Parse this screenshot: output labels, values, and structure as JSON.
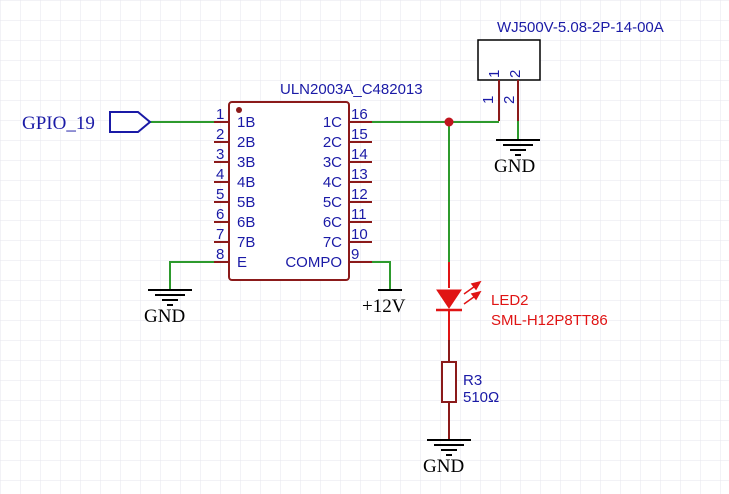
{
  "colors": {
    "wire": "#2d9a2d",
    "wire_red": "#e01414",
    "component": "#8b1a1a",
    "pin_text": "#1a1aa6",
    "led_text": "#e01414",
    "grid": "#e6e6ee"
  },
  "connector": {
    "part": "WJ500V-5.08-2P-14-00A",
    "pin1_number": "1",
    "pin2_number": "2",
    "pin1_name": "1",
    "pin2_name": "2"
  },
  "ic": {
    "part": "ULN2003A_C482013",
    "left_pins": [
      {
        "num": "1",
        "name": "1B"
      },
      {
        "num": "2",
        "name": "2B"
      },
      {
        "num": "3",
        "name": "3B"
      },
      {
        "num": "4",
        "name": "4B"
      },
      {
        "num": "5",
        "name": "5B"
      },
      {
        "num": "6",
        "name": "6B"
      },
      {
        "num": "7",
        "name": "7B"
      },
      {
        "num": "8",
        "name": "E"
      }
    ],
    "right_pins": [
      {
        "num": "16",
        "name": "1C"
      },
      {
        "num": "15",
        "name": "2C"
      },
      {
        "num": "14",
        "name": "3C"
      },
      {
        "num": "13",
        "name": "4C"
      },
      {
        "num": "12",
        "name": "5C"
      },
      {
        "num": "11",
        "name": "6C"
      },
      {
        "num": "10",
        "name": "7C"
      },
      {
        "num": "9",
        "name": "COMPO"
      }
    ]
  },
  "nets": {
    "gpio": "GPIO_19",
    "gnd_ic": "GND",
    "gnd_connector": "GND",
    "gnd_resistor": "GND",
    "vcc": "+12V"
  },
  "led": {
    "designator": "LED2",
    "part": "SML-H12P8TT86"
  },
  "resistor": {
    "designator": "R3",
    "value": "510Ω"
  }
}
